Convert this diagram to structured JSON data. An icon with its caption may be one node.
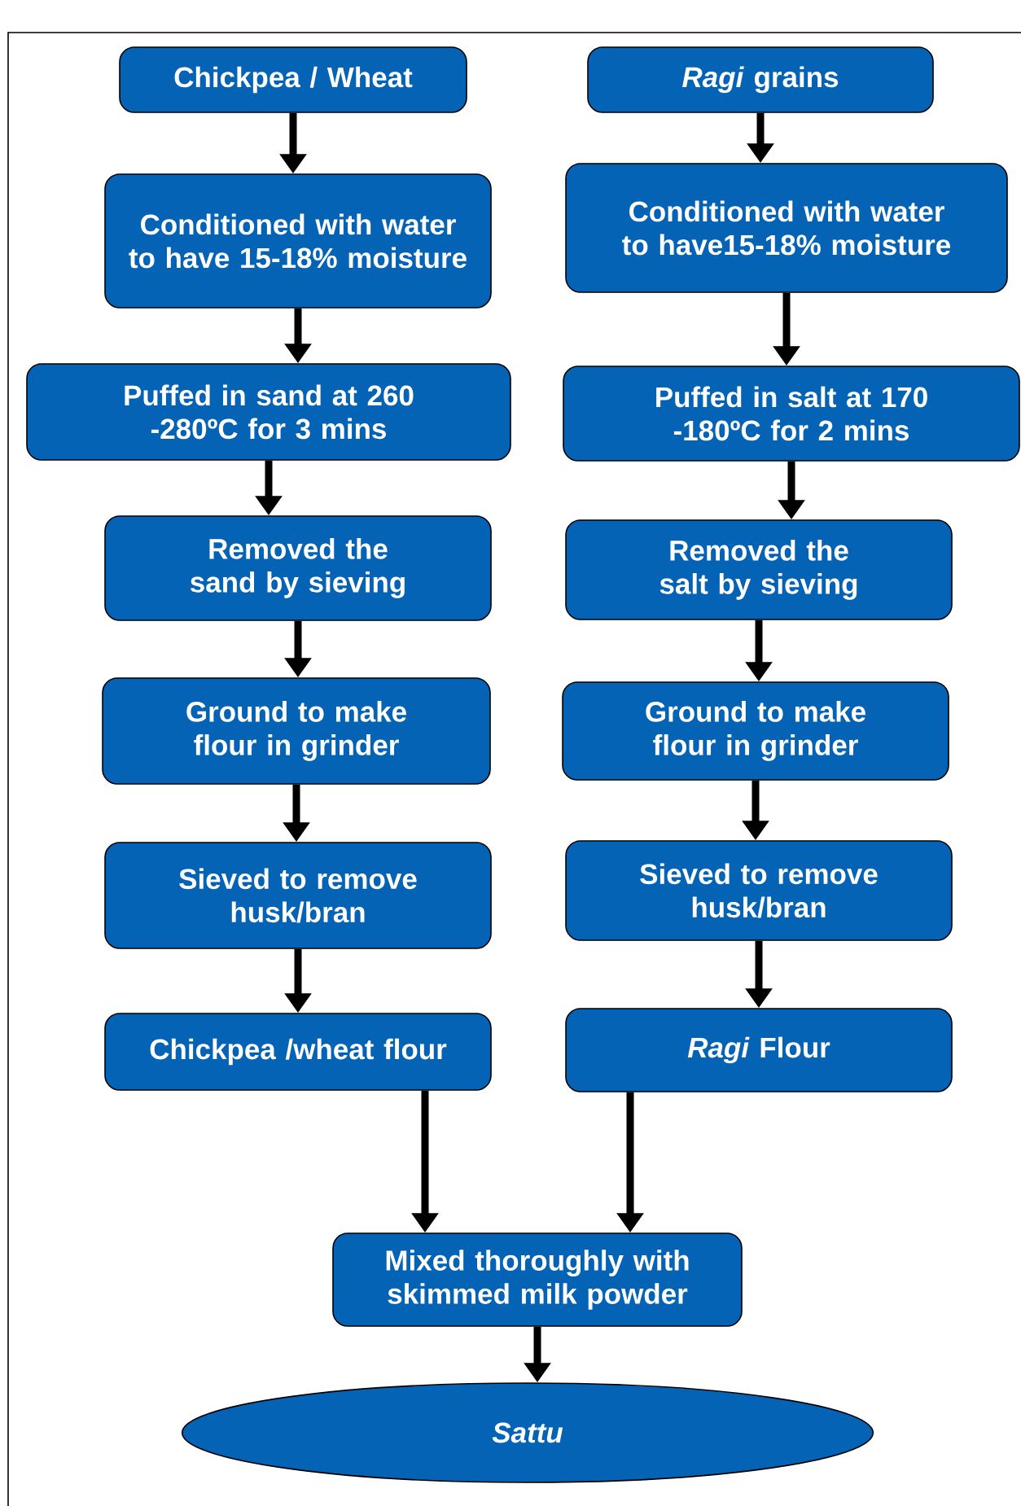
{
  "diagram": {
    "nodes": [
      {
        "text": [
          "Chickpea / Wheat"
        ]
      },
      {
        "text": [
          "*Ragi* grains"
        ]
      },
      {
        "text": [
          "Conditioned with water to have 15-18% moisture"
        ]
      },
      {
        "text": [
          "Conditioned with water to have15-18% moisture"
        ]
      },
      {
        "text": [
          "Puffed in sand at  260 -280ºC for 3 mins"
        ]
      },
      {
        "text": [
          "Puffed in salt at 170 -180ºC for 2 mins"
        ]
      },
      {
        "text": [
          "Removed the sand by sieving"
        ]
      },
      {
        "text": [
          "Removed the salt by sieving"
        ]
      },
      {
        "text": [
          "Ground to make flour in grinder"
        ]
      },
      {
        "text": [
          "Ground to make flour in grinder"
        ]
      },
      {
        "text": [
          "Sieved to remove husk/bran"
        ]
      },
      {
        "text": [
          "Sieved to remove husk/bran"
        ]
      },
      {
        "text": [
          "Chickpea /wheat flour"
        ]
      },
      {
        "text": [
          "*Ragi* Flour"
        ]
      },
      {
        "text": [
          "Mixed thoroughly with skimmed milk powder"
        ]
      },
      {
        "text": [
          "Sattu"
        ]
      }
    ],
    "edges": [
      {
        "from": 0,
        "to": 2,
        "arrow": "to"
      },
      {
        "from": 2,
        "to": 4,
        "arrow": "to"
      },
      {
        "from": 4,
        "to": 6,
        "arrow": "to"
      },
      {
        "from": 6,
        "to": 8,
        "arrow": "to"
      },
      {
        "from": 8,
        "to": 10,
        "arrow": "to"
      },
      {
        "from": 10,
        "to": 12,
        "arrow": "to"
      },
      {
        "from": 1,
        "to": 3,
        "arrow": "to"
      },
      {
        "from": 3,
        "to": 5,
        "arrow": "to"
      },
      {
        "from": 5,
        "to": 7,
        "arrow": "to"
      },
      {
        "from": 7,
        "to": 9,
        "arrow": "to"
      },
      {
        "from": 9,
        "to": 11,
        "arrow": "to"
      },
      {
        "from": 11,
        "to": 13,
        "arrow": "to"
      },
      {
        "from": 12,
        "to": 14,
        "arrow": "to"
      },
      {
        "from": 13,
        "to": 14,
        "arrow": "to"
      },
      {
        "from": 14,
        "to": 15,
        "arrow": "to"
      }
    ]
  }
}
